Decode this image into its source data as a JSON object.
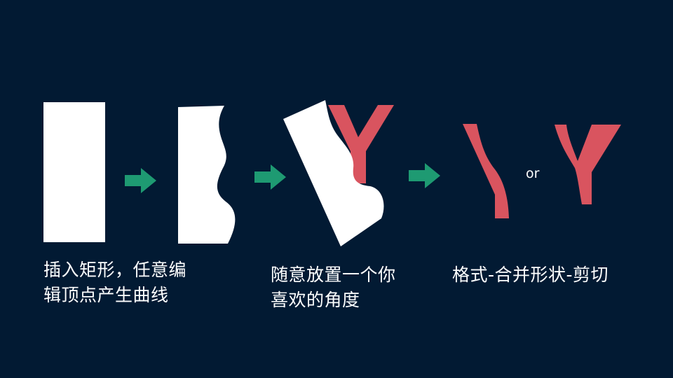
{
  "colors": {
    "background": "#021a33",
    "shape": "#ffffff",
    "accent": "#d9545f",
    "arrow": "#1e9a72"
  },
  "steps": [
    {
      "lines": [
        "插入矩形，任意编",
        "辑顶点产生曲线"
      ]
    },
    {
      "lines": [
        "随意放置一个你",
        "喜欢的角度"
      ]
    },
    {
      "lines": [
        "格式-合并形状-剪切"
      ]
    }
  ],
  "or_label": "or",
  "icons": [
    "arrow-right-icon",
    "arrow-right-icon",
    "arrow-right-icon"
  ]
}
